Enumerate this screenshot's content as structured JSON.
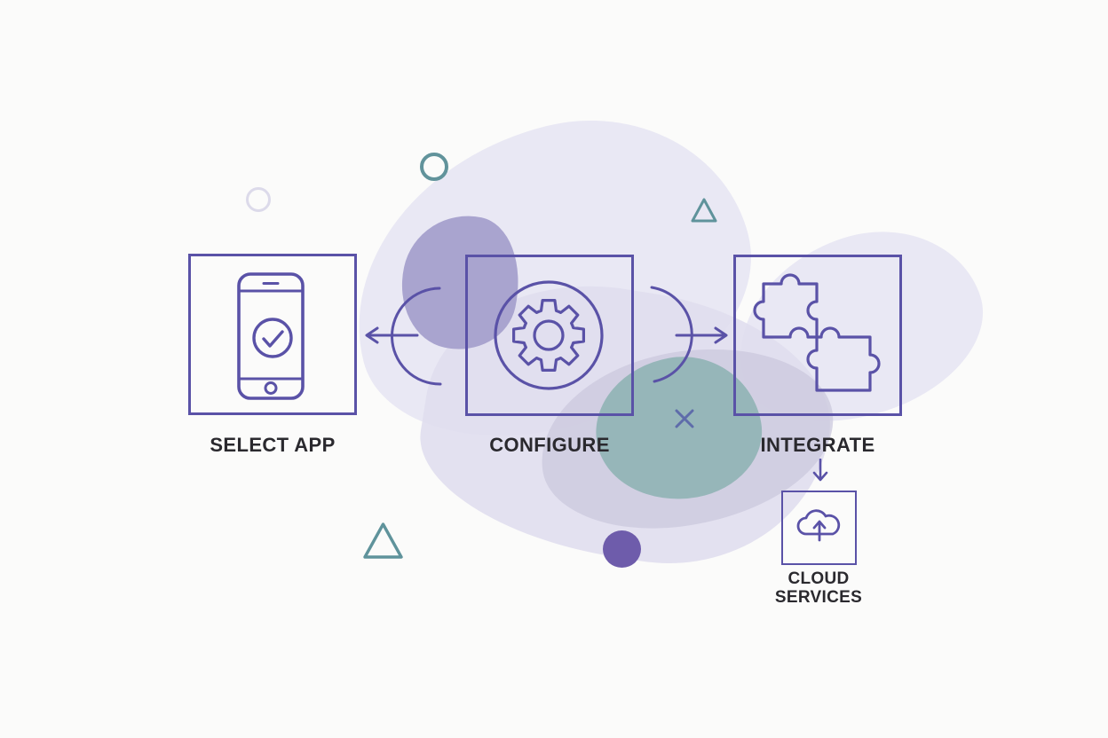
{
  "steps": [
    {
      "label": "SELECT APP",
      "icon": "smartphone-check-icon"
    },
    {
      "label": "CONFIGURE",
      "icon": "gear-icon"
    },
    {
      "label": "INTEGRATE",
      "icon": "puzzle-icon"
    }
  ],
  "cloud_services": {
    "label": "CLOUD SERVICES",
    "icon": "cloud-upload-icon"
  },
  "colors": {
    "line_purple": "#5a52a7",
    "text_dark": "#2a292e",
    "teal_outline": "#5f939b",
    "teal_blob": "#8cb1b2",
    "lavender_light": "#e9e8f4",
    "lavender_mid": "#cac7dd",
    "lavender_dark": "#a9a4cf",
    "purple_dot": "#6e5cab"
  }
}
